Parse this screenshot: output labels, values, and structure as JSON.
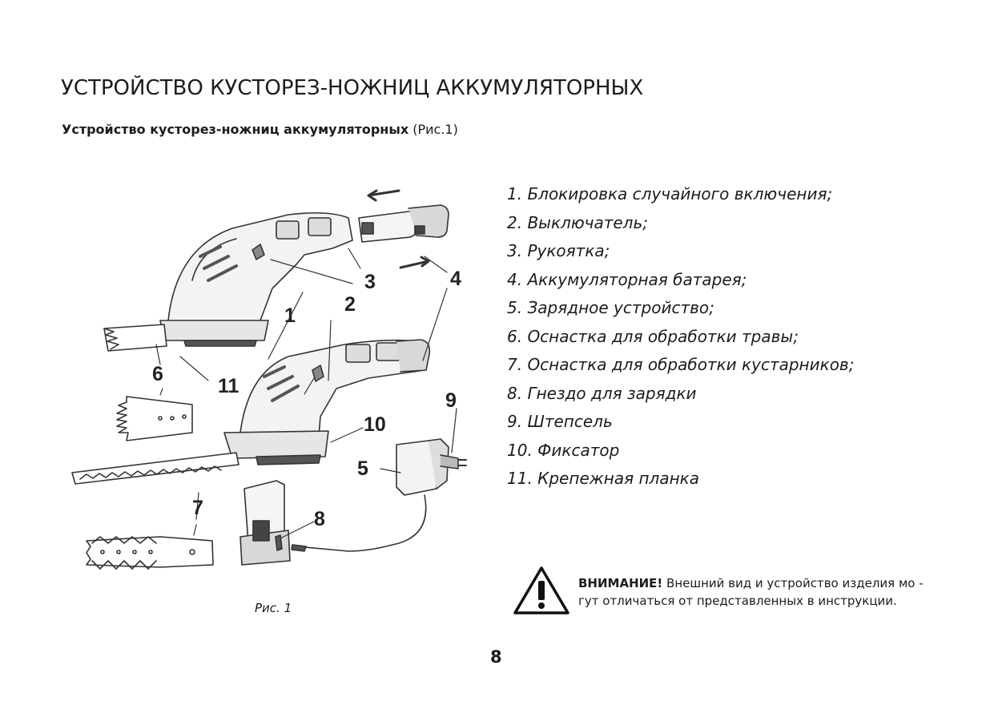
{
  "page": {
    "title": "УСТРОЙСТВО КУСТОРЕЗ-НОЖНИЦ АККУМУЛЯТОРНЫХ",
    "subtitle_bold": "Устройство кусторез-ножниц аккумуляторных",
    "subtitle_rest": " (Рис.1)",
    "page_number": "8"
  },
  "figure": {
    "caption": "Рис. 1",
    "callouts": [
      "1",
      "2",
      "3",
      "4",
      "5",
      "6",
      "7",
      "8",
      "9",
      "10",
      "11"
    ]
  },
  "legend": [
    "1. Блокировка случайного включения;",
    "2. Выключатель;",
    "3. Рукоятка;",
    "4. Аккумуляторная батарея;",
    "5. Зарядное устройство;",
    "6. Оснастка для обработки травы;",
    "7. Оснастка для обработки кустарников;",
    "8. Гнездо для зарядки",
    "9. Штепсель",
    "10. Фиксатор",
    "11. Крепежная планка"
  ],
  "warning": {
    "label": "ВНИМАНИЕ!",
    "text": " Внешний вид и устройство изделия мо - гут отличаться от представленных в инструкции.",
    "icon": "warning-triangle-icon"
  }
}
